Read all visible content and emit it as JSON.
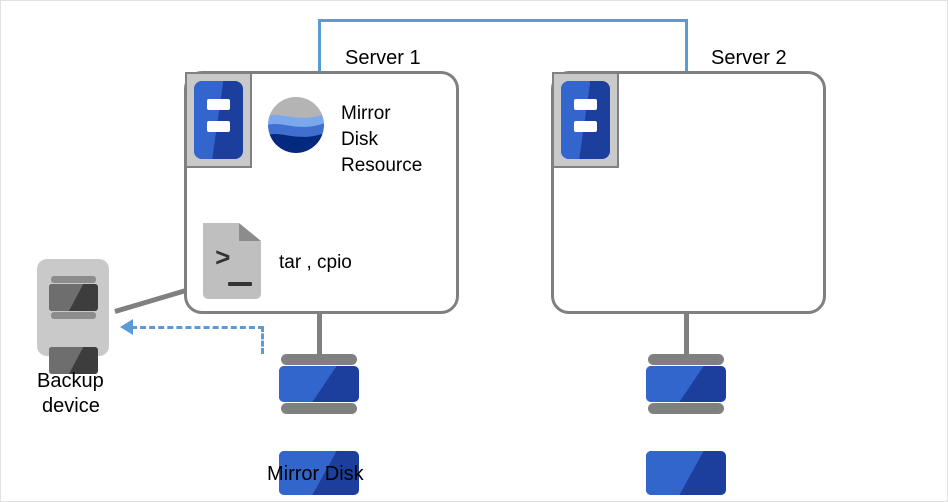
{
  "diagram": {
    "title": "Mirror disk backup configuration",
    "colors": {
      "interconnect": "#5b9bd5",
      "backup_path": "#5b9bd5",
      "box_border": "#808080",
      "disk_blue_light": "#3366cc",
      "disk_blue_dark": "#1c3f9e",
      "device_grey": "#c9c9c9",
      "text": "#000000"
    }
  },
  "servers": [
    {
      "id": "server-1",
      "label": "Server 1",
      "icon": "server-chassis-icon",
      "contents": [
        {
          "icon": "globe-icon",
          "label": "Mirror\nDisk\nResource"
        },
        {
          "icon": "script-terminal-icon",
          "label": "tar , cpio"
        }
      ],
      "storage": {
        "icon": "disk-stack-icon",
        "label": "Mirror Disk"
      }
    },
    {
      "id": "server-2",
      "label": "Server 2",
      "icon": "server-chassis-icon",
      "contents": [],
      "storage": {
        "icon": "disk-stack-icon",
        "label": ""
      }
    }
  ],
  "backup_device": {
    "icon": "backup-device-icon",
    "label": "Backup\ndevice"
  },
  "labels": {
    "server_1": "Server 1",
    "server_2": "Server 2",
    "mirror_disk_resource_l1": "Mirror",
    "mirror_disk_resource_l2": "Disk",
    "mirror_disk_resource_l3": "Resource",
    "tar_cpio": "tar , cpio",
    "mirror_disk": "Mirror Disk",
    "backup_l1": "Backup",
    "backup_l2": "device",
    "prompt_glyph": ">"
  }
}
